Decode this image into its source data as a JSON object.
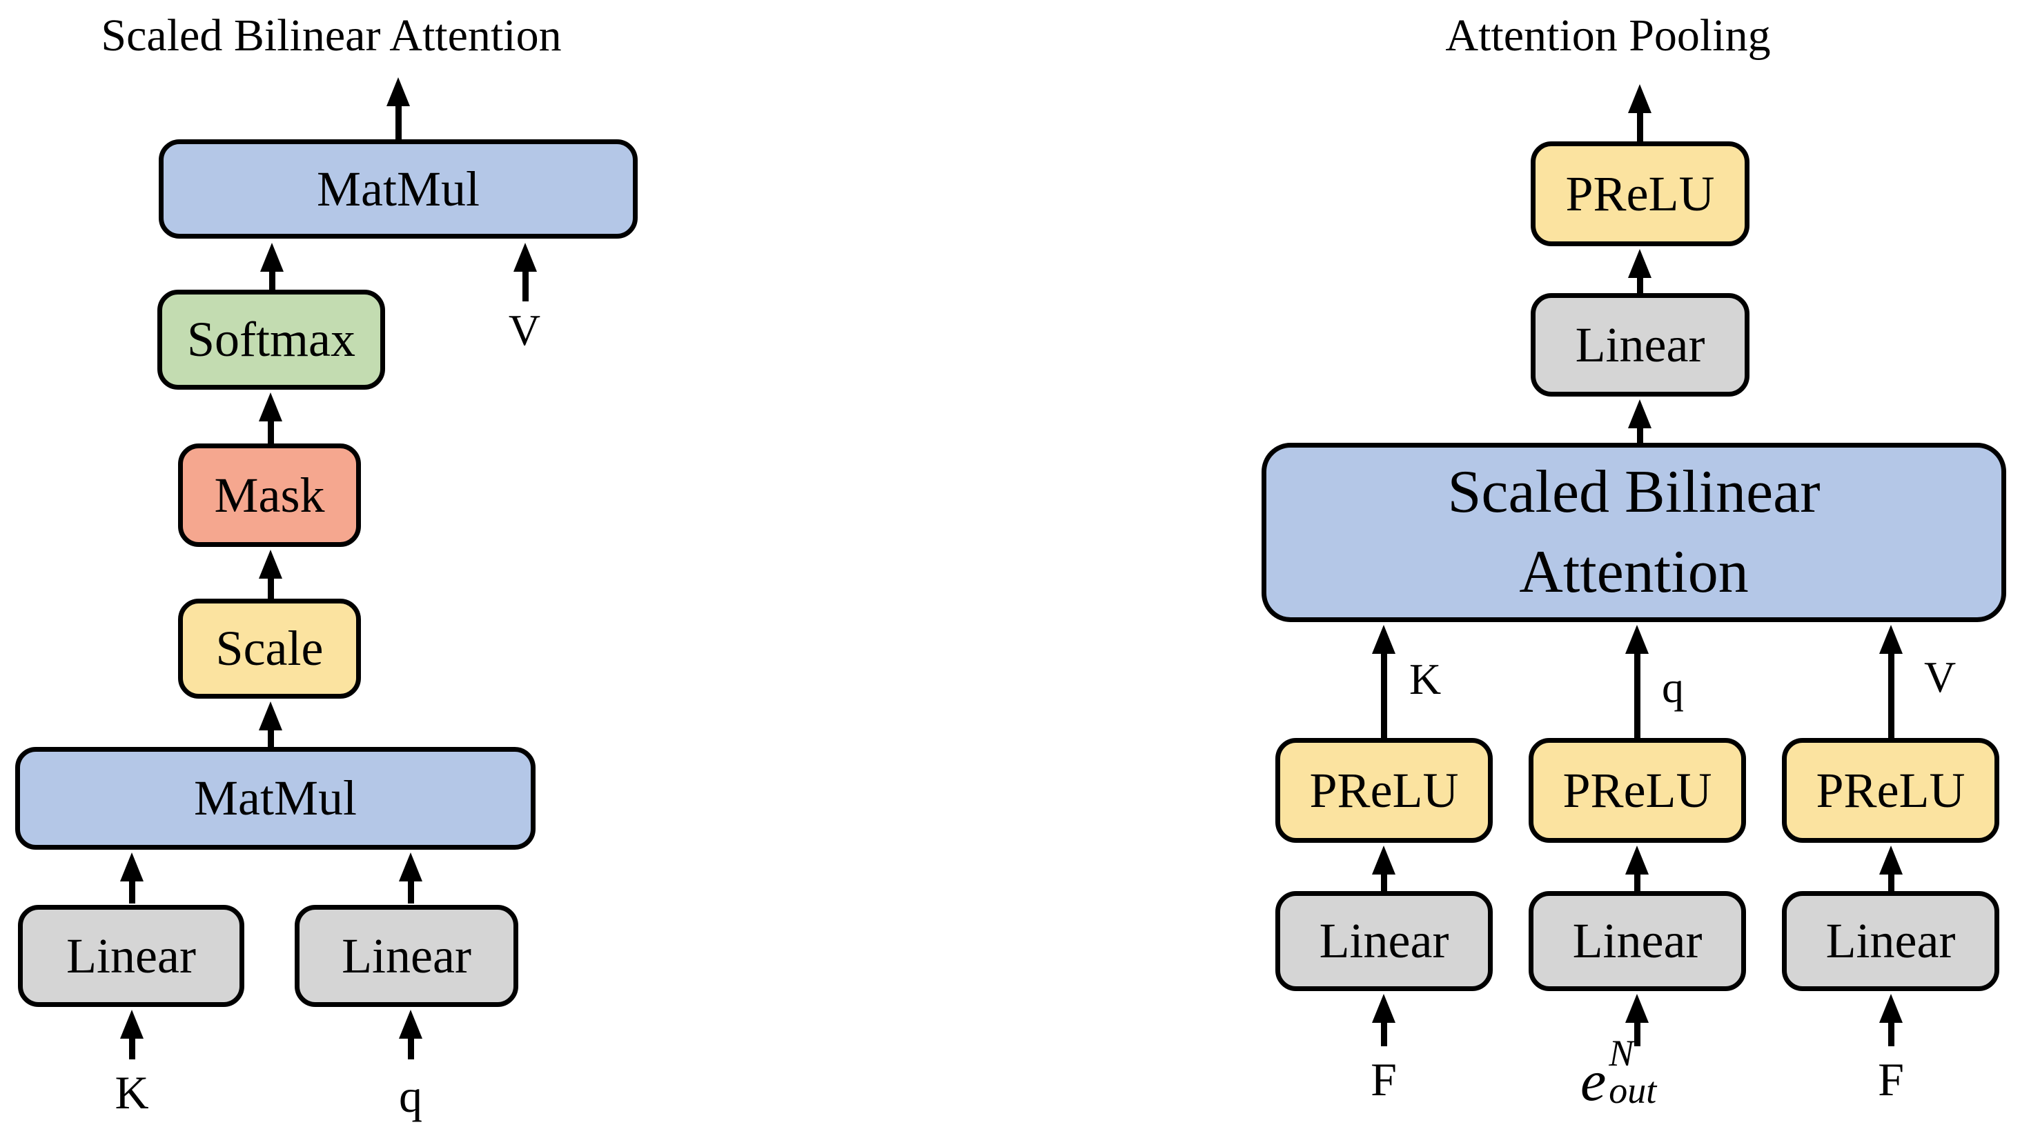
{
  "figure": {
    "left": {
      "title": "Scaled Bilinear Attention",
      "matmul_top": "MatMul",
      "softmax": "Softmax",
      "mask": "Mask",
      "scale": "Scale",
      "matmul_bottom": "MatMul",
      "linear_k": "Linear",
      "linear_q": "Linear",
      "v_label": "V",
      "k_label": "K",
      "q_label": "q"
    },
    "right": {
      "title": "Attention Pooling",
      "prelu_out": "PReLU",
      "linear_out": "Linear",
      "sba": "Scaled Bilinear Attention",
      "k_label": "K",
      "q_label": "q",
      "v_label": "V",
      "prelu_k": "PReLU",
      "prelu_q": "PReLU",
      "prelu_v": "PReLU",
      "linear_f1": "Linear",
      "linear_e": "Linear",
      "linear_f2": "Linear",
      "f1_label": "F",
      "f2_label": "F",
      "e_label": {
        "base": "e",
        "sup": "N",
        "sub": "out"
      }
    },
    "colors": {
      "blue": "#b4c7e7",
      "green": "#c3dcb1",
      "salmon": "#f5a78f",
      "yellow": "#fbe3a0",
      "gray": "#d5d5d5",
      "border": "#000000",
      "background": "#ffffff"
    }
  }
}
